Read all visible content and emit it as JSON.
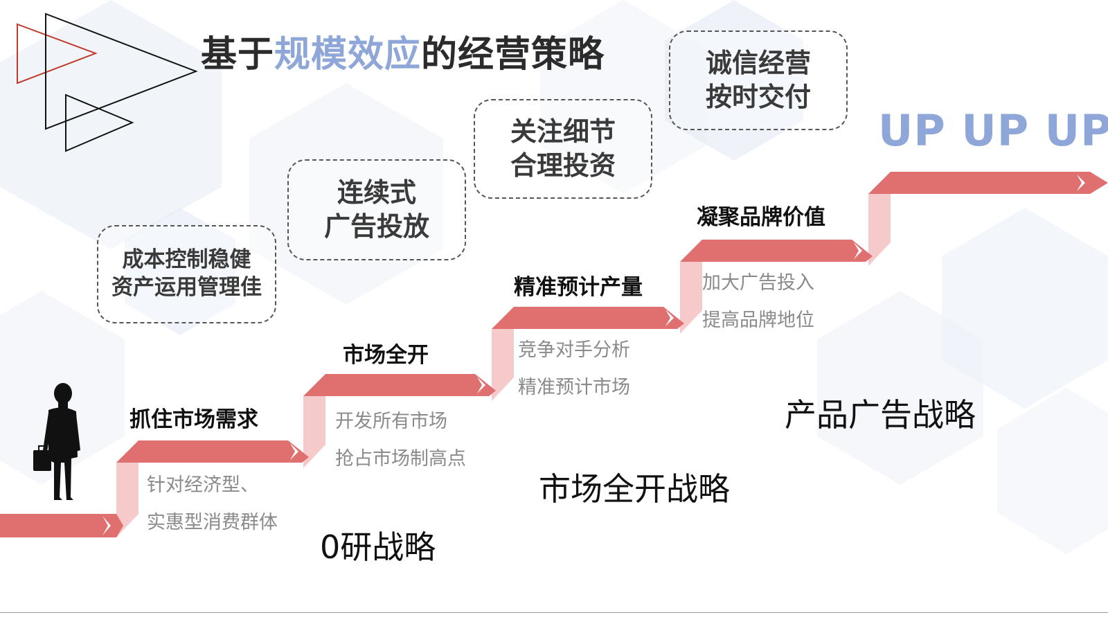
{
  "title": {
    "part1": "基于",
    "highlight": "规模效应",
    "part2": "的经营策略"
  },
  "up_label": "UP UP UP",
  "boxes": [
    {
      "line1": "成本控制稳健",
      "line2": "资产运用管理佳"
    },
    {
      "line1": "连续式",
      "line2": "广告投放"
    },
    {
      "line1": "关注细节",
      "line2": "合理投资"
    },
    {
      "line1": "诚信经营",
      "line2": "按时交付"
    }
  ],
  "steps": [
    {
      "title": "抓住市场需求",
      "desc1": "针对经济型、",
      "desc2": "实惠型消费群体"
    },
    {
      "title": "市场全开",
      "desc1": "开发所有市场",
      "desc2": "抢占市场制高点"
    },
    {
      "title": "精准预计产量",
      "desc1": "竞争对手分析",
      "desc2": "精准预计市场"
    },
    {
      "title": "凝聚品牌价值",
      "desc1": "加大广告投入",
      "desc2": "提高品牌地位"
    }
  ],
  "strategies": [
    "0研战略",
    "市场全开战略",
    "产品广告战略"
  ],
  "colors": {
    "accent_blue": "#8ea6d8",
    "arrow_red": "#e07070",
    "riser_pink": "#f6caca"
  }
}
